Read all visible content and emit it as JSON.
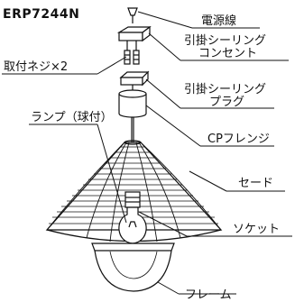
{
  "model": "ERP7244N",
  "labels": {
    "power_cord": "電源線",
    "ceiling_outlet_1": "引掛シーリング",
    "ceiling_outlet_2": "コンセント",
    "screws": "取付ネジ×2",
    "ceiling_plug_1": "引掛シーリング",
    "ceiling_plug_2": "プラグ",
    "lamp": "ランプ（球付）",
    "cp_flange": "CPフレンジ",
    "shade": "セード",
    "socket": "ソケット",
    "frame": "フレーム"
  }
}
